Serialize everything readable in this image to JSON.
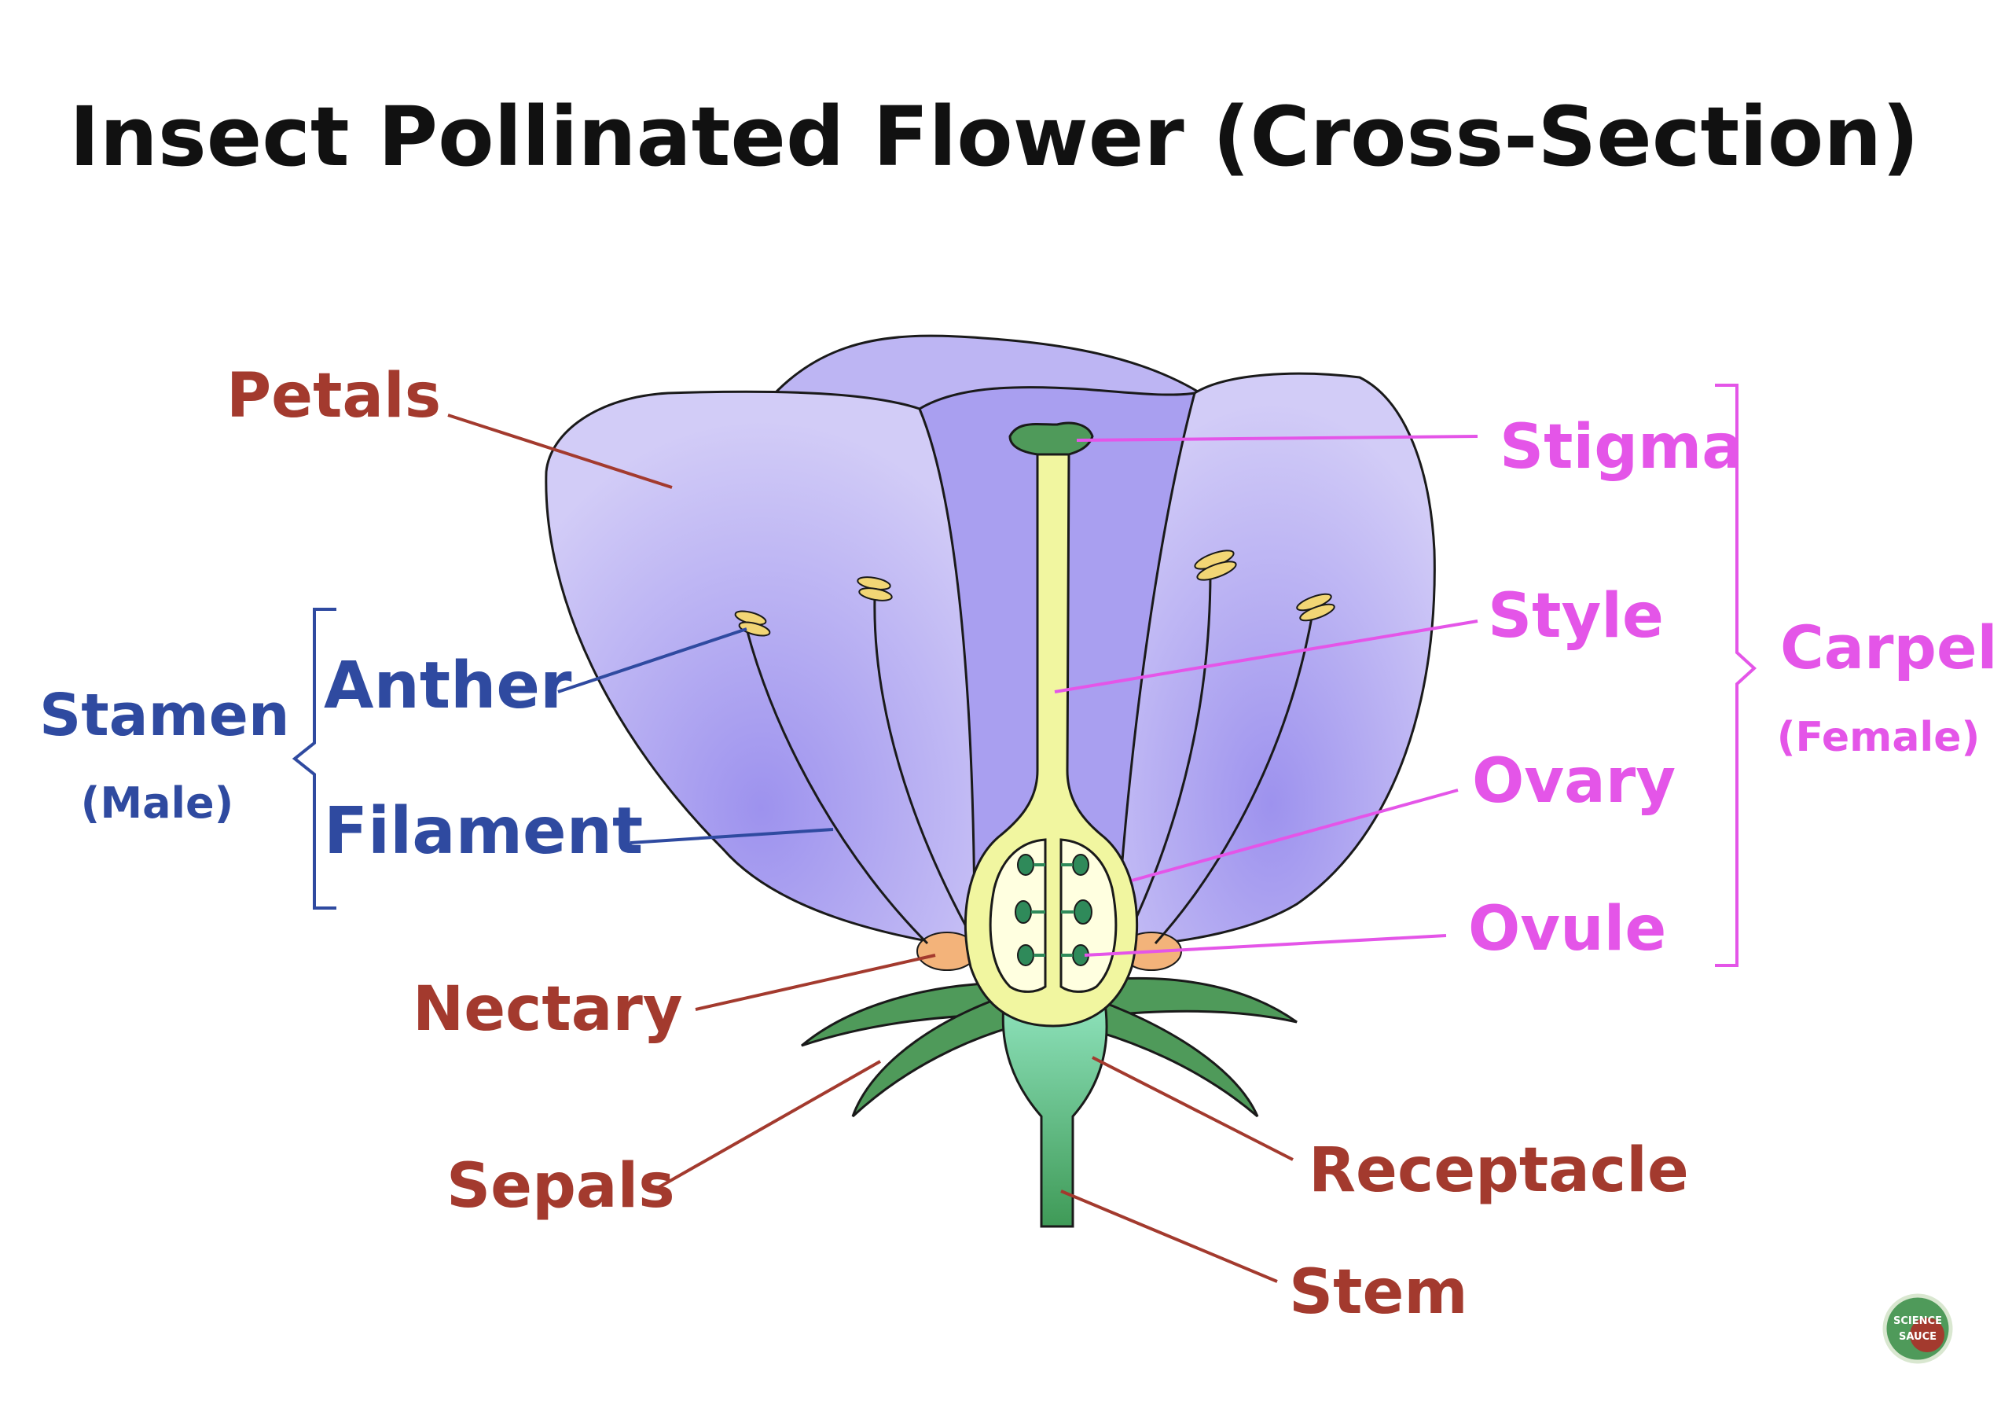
{
  "title": "Insect Pollinated Flower (Cross-Section)",
  "labels": {
    "petals": "Petals",
    "stamen": "Stamen",
    "male": "(Male)",
    "anther": "Anther",
    "filament": "Filament",
    "nectary": "Nectary",
    "sepals": "Sepals",
    "stigma": "Stigma",
    "style": "Style",
    "ovary": "Ovary",
    "ovule": "Ovule",
    "carpel": "Carpel",
    "female": "(Female)",
    "receptacle": "Receptacle",
    "stem": "Stem"
  },
  "logo": {
    "line1": "SCIENCE",
    "line2": "SAUCE"
  },
  "colors": {
    "title": "#111111",
    "male_parts": "#2f4aa0",
    "female_parts": "#e455e8",
    "general_parts": "#a33a2e",
    "petal_fill": "#c9c3f5",
    "petal_center": "#a79cf0",
    "carpel_fill": "#f1f6a0",
    "sepal_fill": "#4f9a5a",
    "receptacle_fill": "#7fd8b0",
    "nectary_fill": "#f3b37a",
    "anther_fill": "#f2d675",
    "ovule_fill": "#2f8a5a"
  }
}
